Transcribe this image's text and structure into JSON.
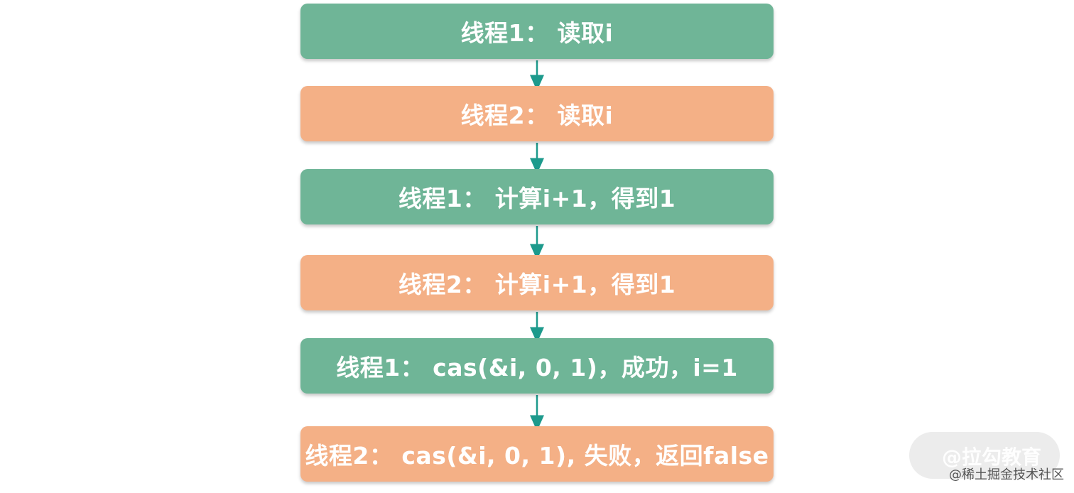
{
  "diagram": {
    "steps": [
      {
        "label": "线程1：  读取i",
        "thread": 1
      },
      {
        "label": "线程2：  读取i",
        "thread": 2
      },
      {
        "label": "线程1：  计算i+1，得到1",
        "thread": 1
      },
      {
        "label": "线程2：  计算i+1，得到1",
        "thread": 2
      },
      {
        "label": "线程1：  cas(&i, 0, 1)，成功，i=1",
        "thread": 1
      },
      {
        "label": "线程2：  cas(&i, 0, 1), 失败，返回false",
        "thread": 2
      }
    ],
    "colors": {
      "thread1": "#6fb597",
      "thread2": "#f4b086",
      "arrow": "#1d9a8c"
    }
  },
  "watermark": {
    "logo_text": "@拉勾教育",
    "credit": "@稀土掘金技术社区"
  }
}
